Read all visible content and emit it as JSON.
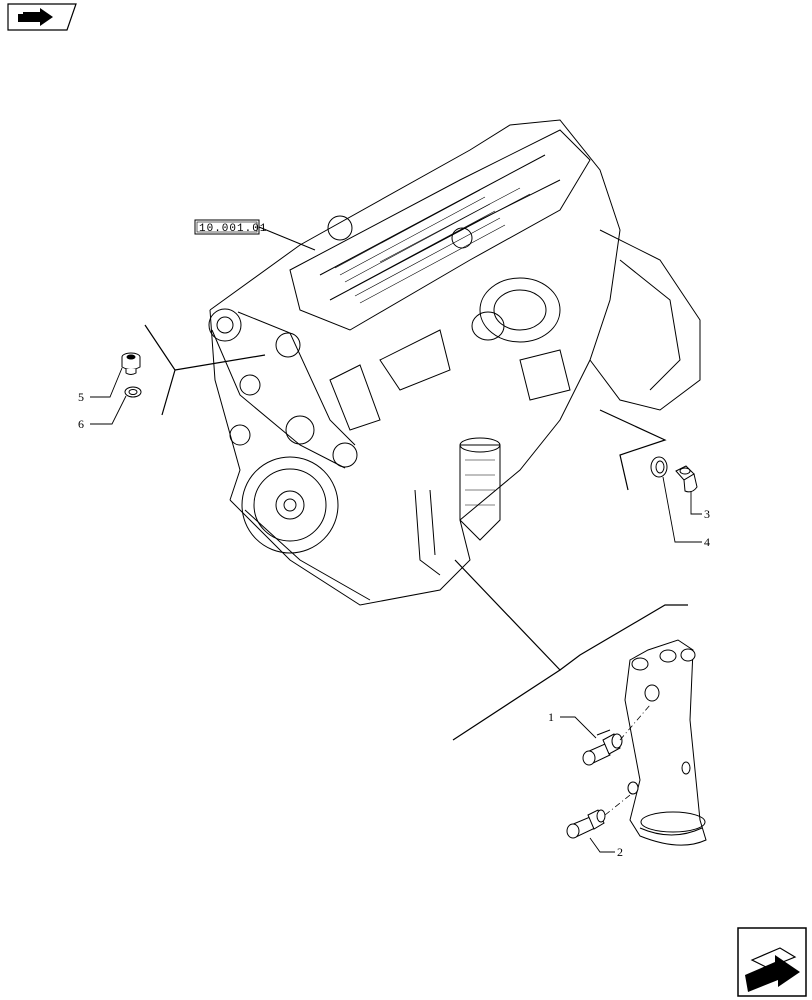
{
  "reference_box": {
    "text": "10.001.01"
  },
  "callouts": [
    {
      "id": "1",
      "label": "1"
    },
    {
      "id": "2",
      "label": "2"
    },
    {
      "id": "3",
      "label": "3"
    },
    {
      "id": "4",
      "label": "4"
    },
    {
      "id": "5",
      "label": "5"
    },
    {
      "id": "6",
      "label": "6"
    }
  ],
  "icons": {
    "top_left": "book-arrow-icon",
    "bottom_right": "next-page-arrow-icon"
  }
}
